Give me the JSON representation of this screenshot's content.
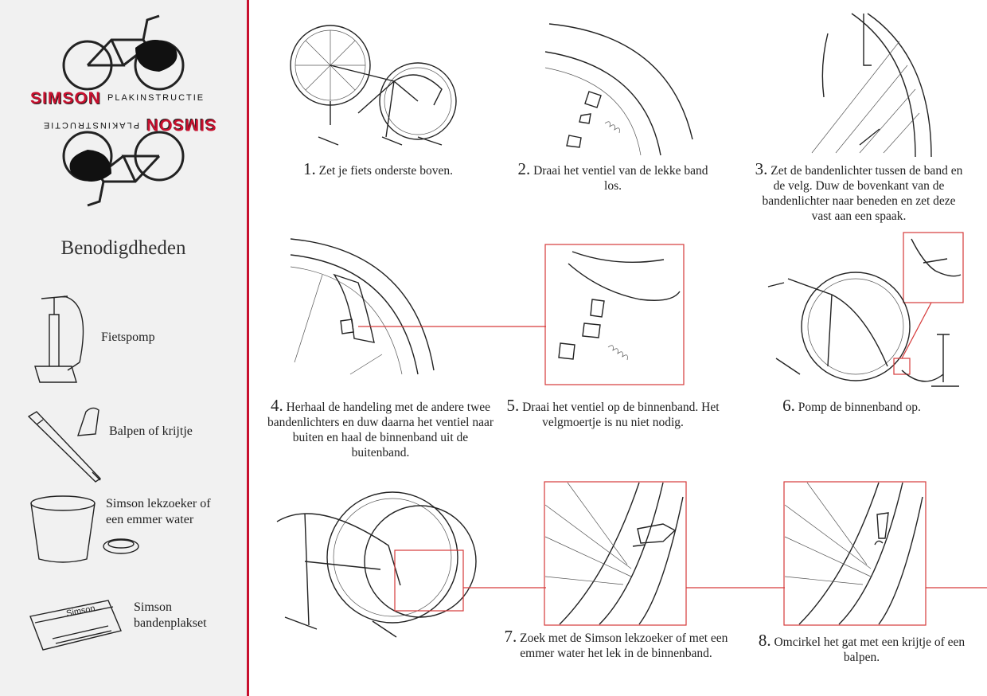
{
  "brand": {
    "name": "SIMSON",
    "subtitle": "PLAKINSTRUCTIE"
  },
  "supplies": {
    "heading": "Benodigdheden",
    "items": [
      {
        "icon": "bicycle-pump-icon",
        "label": "Fietspomp"
      },
      {
        "icon": "pen-and-chalk-icon",
        "label": "Balpen of krijtje"
      },
      {
        "icon": "water-bucket-icon",
        "label": "Simson lekzoeker of een emmer water"
      },
      {
        "icon": "patch-kit-icon",
        "label": "Simson bandenplakset"
      }
    ]
  },
  "steps": [
    {
      "num": "1.",
      "text": "Zet je fiets onderste boven."
    },
    {
      "num": "2.",
      "text": "Draai het ventiel van de lekke band los."
    },
    {
      "num": "3.",
      "text": "Zet de bandenlichter tussen de band en de velg. Duw de bovenkant van de bandenlichter naar beneden en zet deze vast aan een spaak."
    },
    {
      "num": "4.",
      "text": "Herhaal de handeling met de andere twee bandenlichters en duw daarna het ventiel naar buiten en haal de binnenband uit de buitenband."
    },
    {
      "num": "5.",
      "text": "Draai het ventiel op de binnenband. Het velgmoertje is nu niet nodig."
    },
    {
      "num": "6.",
      "text": "Pomp de binnenband op."
    },
    {
      "num": "7.",
      "text": "Zoek met de Simson lekzoeker of met een emmer water het lek in de binnenband."
    },
    {
      "num": "8.",
      "text": "Omcirkel het gat met een krijtje of een balpen."
    }
  ],
  "colors": {
    "accent": "#c8102e",
    "sidebar_bg": "#f1f1f1"
  }
}
